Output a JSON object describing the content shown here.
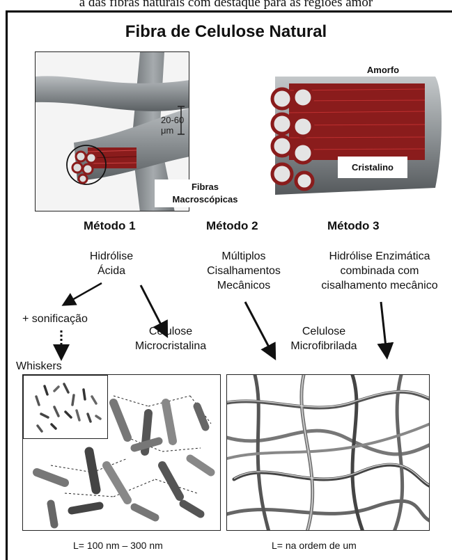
{
  "header": {
    "top_caption": "a das fibras naturais com destaque para as regiões amor",
    "title": "Fibra de Celulose Natural"
  },
  "fiber_figure": {
    "scale_label": "20-60 μm",
    "macro_label": "Fibras\nMacroscópicas",
    "amorfo_label": "Amorfo",
    "cristalino_label": "Cristalino"
  },
  "methods": [
    {
      "label": "Método 1",
      "process": "Hidrólise\nÁcida"
    },
    {
      "label": "Método 2",
      "process": "Múltiplos\nCisalhamentos\nMecânicos"
    },
    {
      "label": "Método 3",
      "process": "Hidrólise Enzimática\ncombinada com\ncisalhamento mecânico"
    }
  ],
  "steps": {
    "sonication": "+ sonificação",
    "whiskers": "Whiskers",
    "mcc": "Celulose\nMicrocristalina",
    "mfc": "Celulose\nMicrofibrilada"
  },
  "footer": {
    "left_length": "L= 100 nm – 300 nm",
    "right_length": "L= na ordem de um"
  },
  "colors": {
    "fiber_gray": "#8e9396",
    "fibril_red": "#8a1c1c",
    "frame": "#000000"
  }
}
